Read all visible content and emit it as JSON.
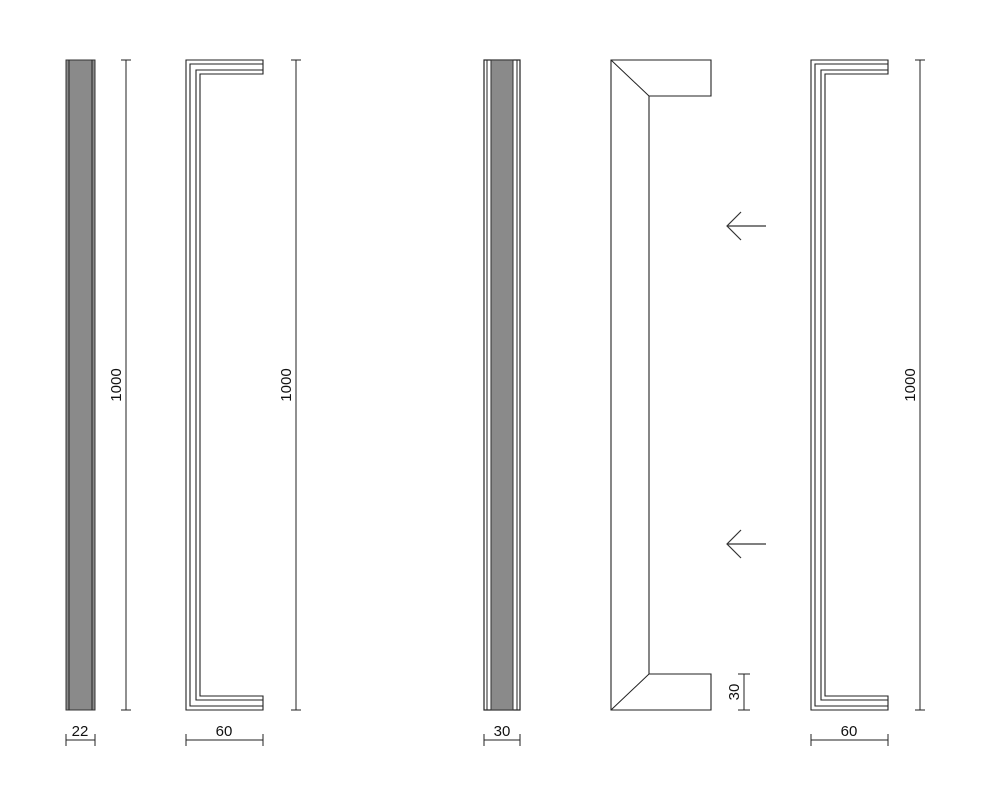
{
  "colors": {
    "line": "#222222",
    "fill_gray": "#8a8a8a",
    "background": "#ffffff"
  },
  "figures": [
    {
      "id": "bar-22",
      "width_label": "22",
      "length_label": "1000"
    },
    {
      "id": "handle-60-a",
      "width_label": "60",
      "length_label": "1000"
    },
    {
      "id": "bar-30",
      "width_label": "30"
    },
    {
      "id": "handle-30-side",
      "depth_label": "30",
      "icons": [
        "arrow-left-icon",
        "arrow-left-icon"
      ]
    },
    {
      "id": "handle-60-b",
      "width_label": "60",
      "length_label": "1000"
    }
  ]
}
